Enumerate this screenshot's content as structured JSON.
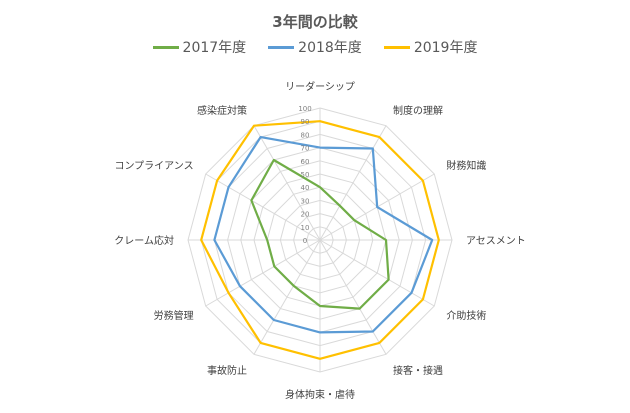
{
  "chart_data": {
    "type": "radar",
    "title": "3年間の比較",
    "categories": [
      "リーダーシップ",
      "制度の理解",
      "財務知識",
      "アセスメント",
      "介助技術",
      "接客・接遇",
      "身体拘束・虐待",
      "事故防止",
      "労務管理",
      "クレーム応対",
      "コンプライアンス",
      "感染症対策"
    ],
    "rlim": [
      0,
      100
    ],
    "ticks": [
      0,
      10,
      20,
      30,
      40,
      50,
      60,
      70,
      80,
      90,
      100
    ],
    "grid": true,
    "legend_position": "top",
    "series": [
      {
        "name": "2017年度",
        "color": "#70ad47",
        "values": [
          40,
          30,
          30,
          50,
          60,
          60,
          50,
          40,
          40,
          40,
          60,
          70
        ]
      },
      {
        "name": "2018年度",
        "color": "#5b9bd5",
        "values": [
          70,
          80,
          50,
          85,
          80,
          80,
          70,
          70,
          70,
          80,
          80,
          90
        ]
      },
      {
        "name": "2019年度",
        "color": "#ffc000",
        "values": [
          90,
          90,
          90,
          90,
          90,
          90,
          90,
          90,
          80,
          90,
          90,
          100
        ]
      }
    ]
  }
}
